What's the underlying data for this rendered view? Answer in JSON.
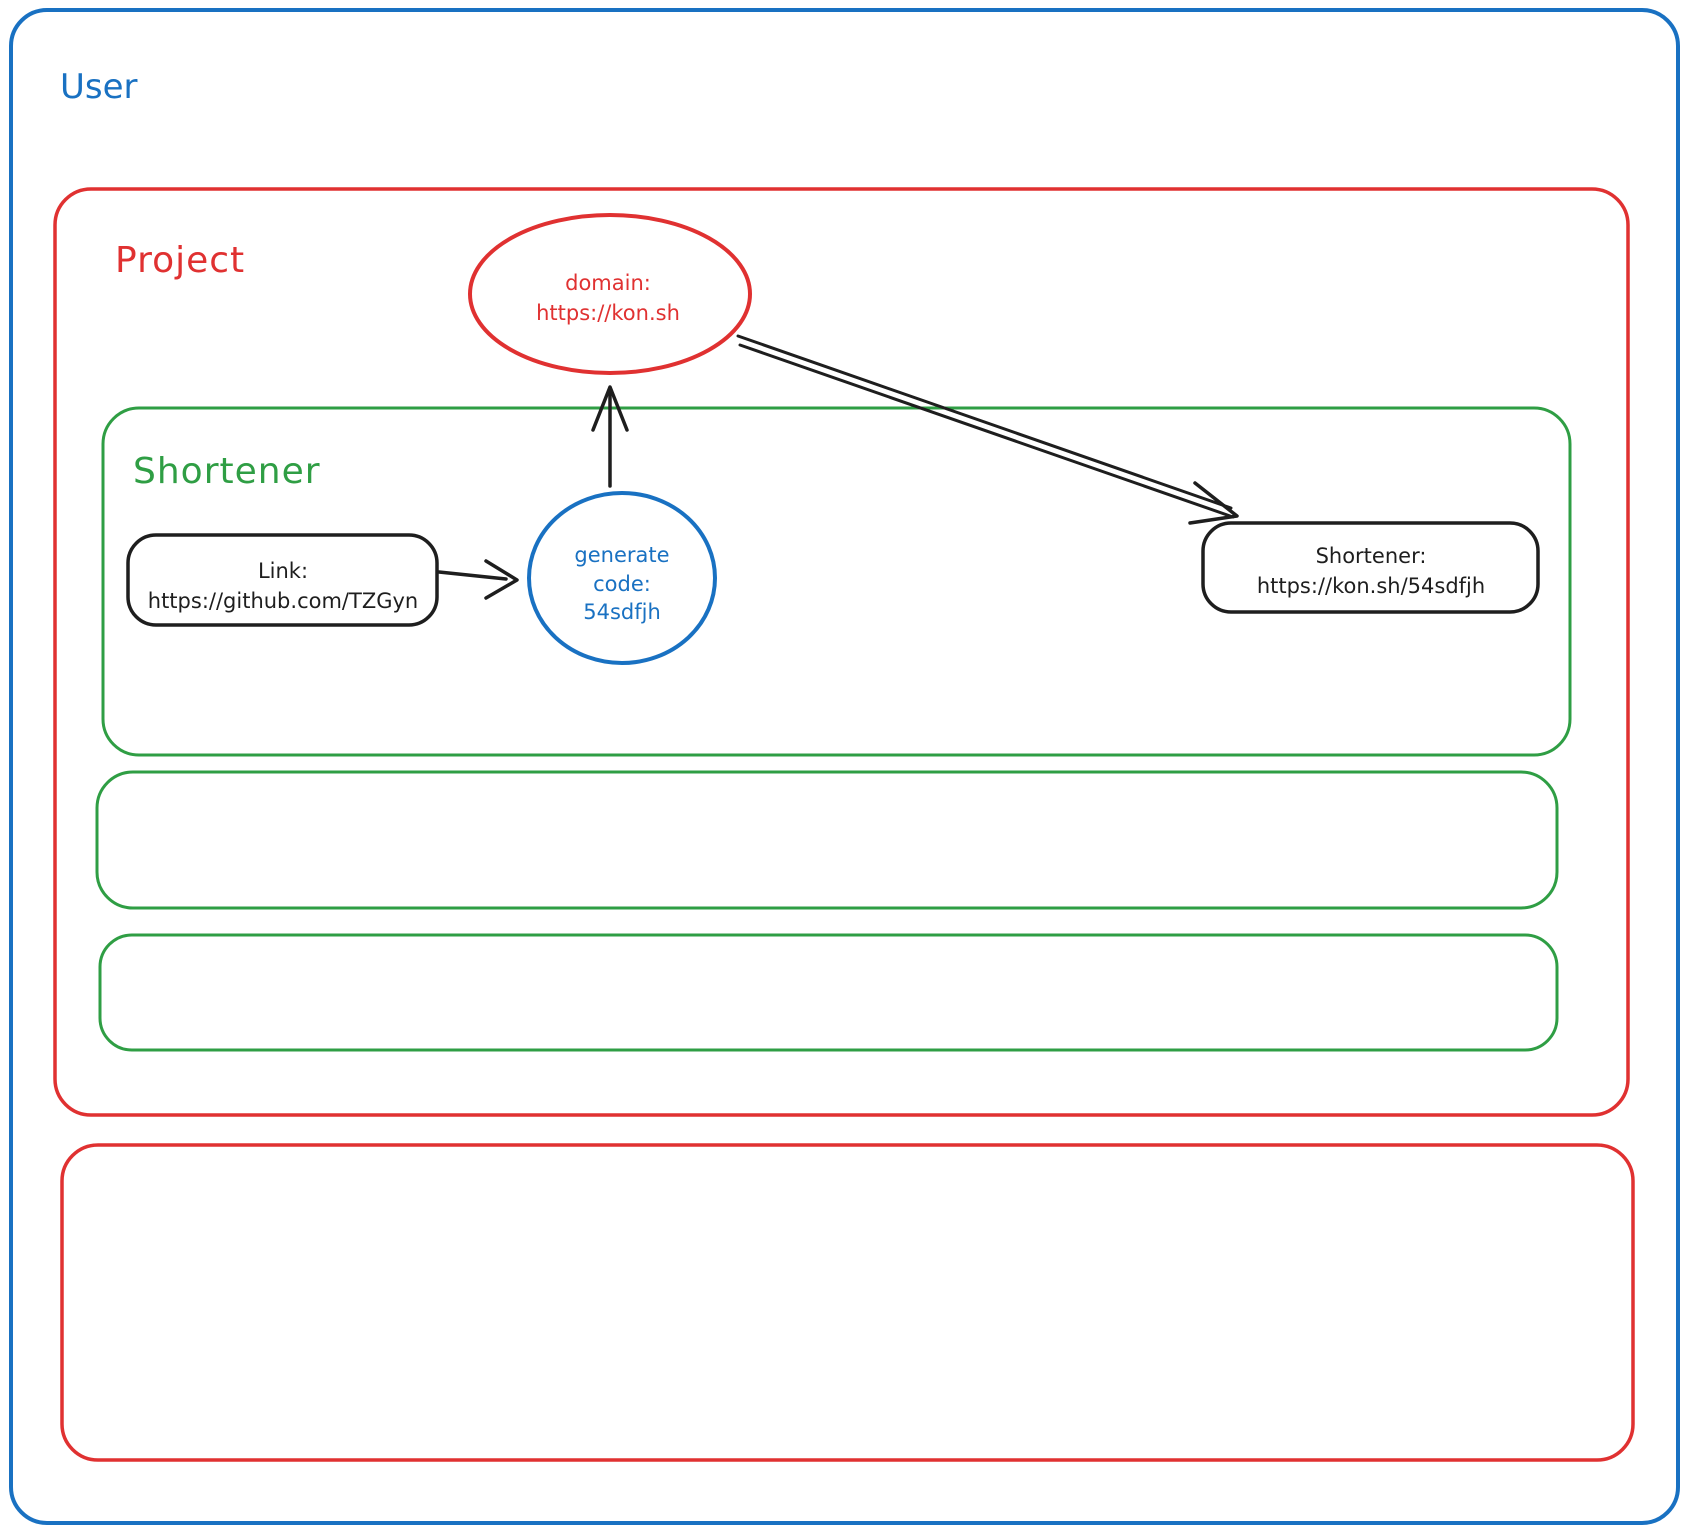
{
  "diagram": {
    "colors": {
      "blue": "#1971c2",
      "red": "#e03131",
      "green": "#2f9e44",
      "ink": "#1e1e1e"
    },
    "user": {
      "label": "User"
    },
    "project": {
      "label": "Project"
    },
    "shortener_section": {
      "label": "Shortener"
    },
    "nodes": {
      "domain": {
        "line1": "domain:",
        "line2": "https://kon.sh"
      },
      "link": {
        "line1": "Link:",
        "line2": "https://github.com/TZGyn"
      },
      "generate": {
        "line1": "generate",
        "line2": "code:",
        "line3": "54sdfjh"
      },
      "short_url": {
        "line1": "Shortener:",
        "line2": "https://kon.sh/54sdfjh"
      }
    }
  }
}
